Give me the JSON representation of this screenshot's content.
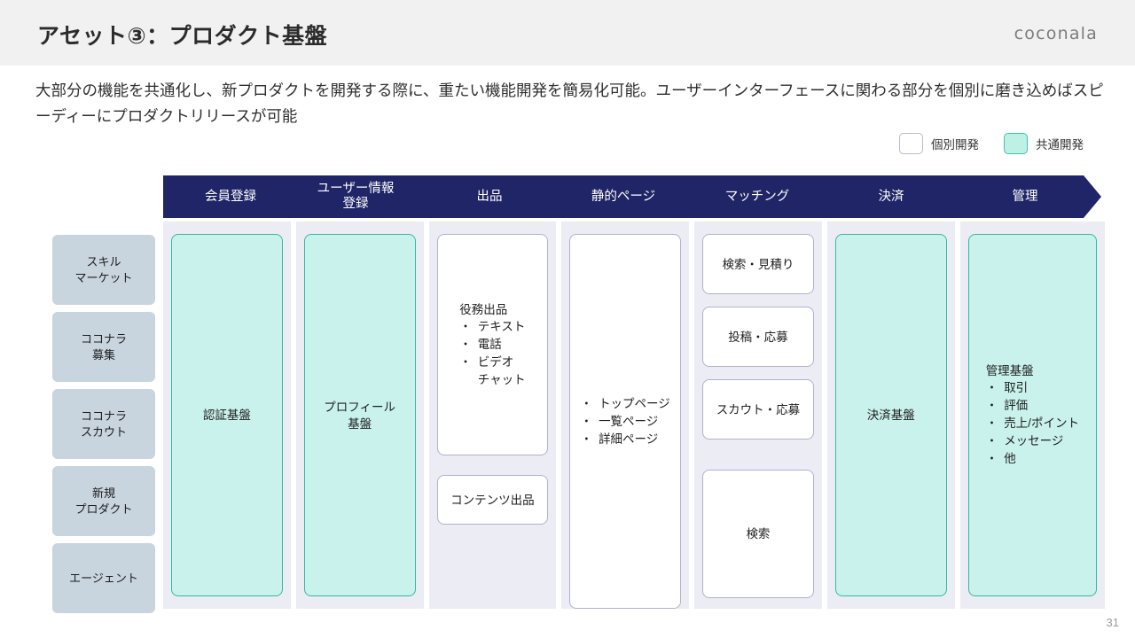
{
  "header": {
    "title": "アセット③：プロダクト基盤",
    "logo": "coconala"
  },
  "lead": "大部分の機能を共通化し、新プロダクトを開発する際に、重たい機能開発を簡易化可能。ユーザーインターフェースに関わる部分を個別に磨き込めばスピーディーにプロダクトリリースが可能",
  "legend": {
    "individual": "個別開発",
    "common": "共通開発",
    "individual_color": "#ffffff",
    "common_color": "#bff0e5"
  },
  "colors": {
    "header_bar": "#1f2566",
    "column_bg": "#ebecf4",
    "side_box": "#c8d4de",
    "mint_fill": "#c9f2ec",
    "mint_border": "#35b8a4",
    "white_border": "#b0b2ce"
  },
  "process_headers": [
    {
      "label": "会員登録"
    },
    {
      "label": "ユーザー情報\n登録"
    },
    {
      "label": "出品"
    },
    {
      "label": "静的ページ"
    },
    {
      "label": "マッチング"
    },
    {
      "label": "決済"
    },
    {
      "label": "管理"
    }
  ],
  "side_items": [
    {
      "label": "スキル\nマーケット"
    },
    {
      "label": "ココナラ\n募集"
    },
    {
      "label": "ココナラ\nスカウト"
    },
    {
      "label": "新規\nプロダクト"
    },
    {
      "label": "エージェント"
    }
  ],
  "columns": [
    {
      "name": "会員登録",
      "cards": [
        {
          "type": "mint",
          "title": "認証基盤",
          "bullets": []
        }
      ]
    },
    {
      "name": "ユーザー情報登録",
      "cards": [
        {
          "type": "mint",
          "title": "プロフィール\n基盤",
          "bullets": []
        }
      ]
    },
    {
      "name": "出品",
      "cards": [
        {
          "type": "white",
          "title": "役務出品",
          "bullets": [
            "テキスト",
            "電話",
            "ビデオ\nチャット"
          ]
        },
        {
          "type": "white",
          "title": "コンテンツ出品",
          "bullets": []
        }
      ]
    },
    {
      "name": "静的ページ",
      "cards": [
        {
          "type": "white",
          "title": "",
          "bullets": [
            "トップページ",
            "一覧ページ",
            "詳細ページ"
          ]
        }
      ]
    },
    {
      "name": "マッチング",
      "cards": [
        {
          "type": "white",
          "title": "検索・見積り",
          "bullets": []
        },
        {
          "type": "white",
          "title": "投稿・応募",
          "bullets": []
        },
        {
          "type": "white",
          "title": "スカウト・応募",
          "bullets": []
        },
        {
          "type": "white",
          "title": "検索",
          "bullets": []
        }
      ]
    },
    {
      "name": "決済",
      "cards": [
        {
          "type": "mint",
          "title": "決済基盤",
          "bullets": []
        }
      ]
    },
    {
      "name": "管理",
      "cards": [
        {
          "type": "mint",
          "title": "管理基盤",
          "bullets": [
            "取引",
            "評価",
            "売上/ポイント",
            "メッセージ",
            "他"
          ]
        }
      ]
    }
  ],
  "page_number": "31"
}
